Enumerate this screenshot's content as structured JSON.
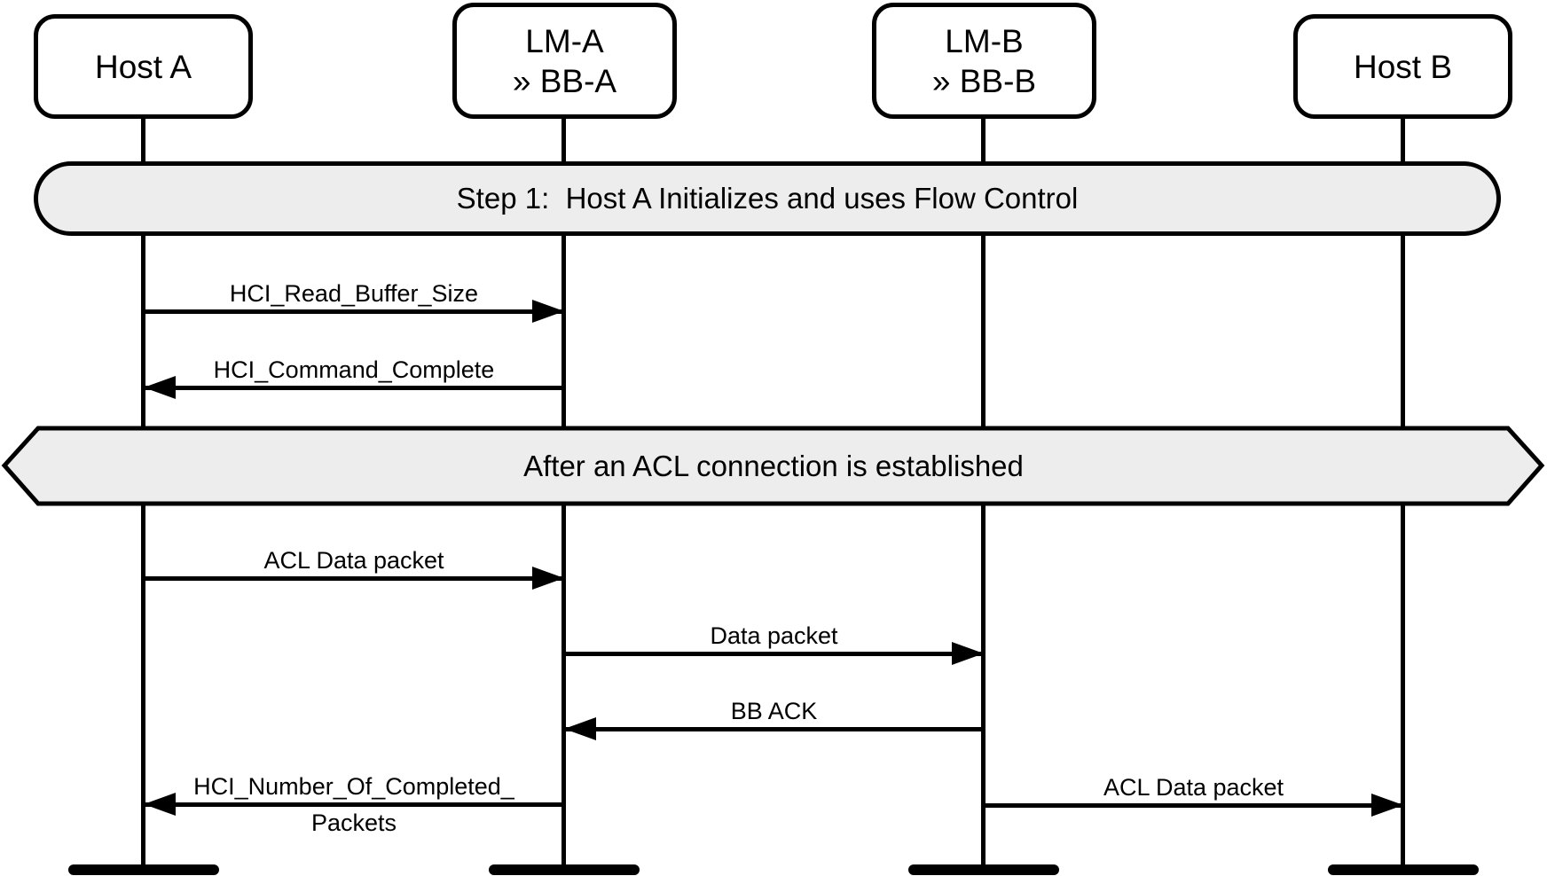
{
  "diagram": {
    "type": "sequence-diagram",
    "colors": {
      "banner_fill": "#ededed",
      "line": "#000000",
      "background": "#ffffff"
    },
    "actors": [
      {
        "id": "host-a",
        "lines": [
          "Host A"
        ]
      },
      {
        "id": "lm-a",
        "lines": [
          "LM-A",
          "» BB-A"
        ]
      },
      {
        "id": "lm-b",
        "lines": [
          "LM-B",
          "» BB-B"
        ]
      },
      {
        "id": "host-b",
        "lines": [
          "Host B"
        ]
      }
    ],
    "banners": [
      {
        "shape": "rounded",
        "text": "Step 1:  Host A Initializes and uses Flow Control"
      },
      {
        "shape": "hexagon",
        "text": "After an ACL connection is established"
      }
    ],
    "messages": [
      {
        "label": "HCI_Read_Buffer_Size",
        "from": "host-a",
        "to": "lm-a",
        "direction": "right"
      },
      {
        "label": "HCI_Command_Complete",
        "from": "lm-a",
        "to": "host-a",
        "direction": "left"
      },
      {
        "label": "ACL Data packet",
        "from": "host-a",
        "to": "lm-a",
        "direction": "right"
      },
      {
        "label": "Data packet",
        "from": "lm-a",
        "to": "lm-b",
        "direction": "right"
      },
      {
        "label": "BB ACK",
        "from": "lm-b",
        "to": "lm-a",
        "direction": "left"
      },
      {
        "label": "HCI_Number_Of_Completed_",
        "label2": "Packets",
        "from": "lm-a",
        "to": "host-a",
        "direction": "left"
      },
      {
        "label": "ACL Data packet",
        "from": "lm-b",
        "to": "host-b",
        "direction": "right"
      }
    ]
  }
}
